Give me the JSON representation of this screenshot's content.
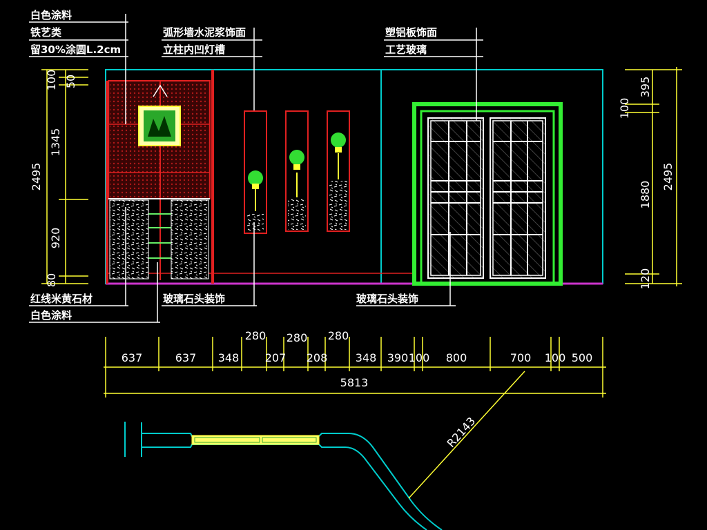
{
  "labels": {
    "top_left": [
      "白色涂料",
      "铁艺类",
      "留30%涂圆L.2cm"
    ],
    "top_mid": [
      "弧形墙水泥浆饰面",
      "立柱内凹灯槽"
    ],
    "top_right": [
      "塑铝板饰面",
      "工艺玻璃"
    ],
    "bottom_left": [
      "红线米黄石材",
      "白色涂料"
    ],
    "bottom_mid": "玻璃石头装饰",
    "bottom_right": "玻璃石头装饰"
  },
  "dims_left": {
    "total": "2495",
    "parts": [
      "100",
      "50",
      "1345",
      "920",
      "80"
    ]
  },
  "dims_right": {
    "total": "2495",
    "parts": [
      "395",
      "100",
      "1880",
      "120"
    ]
  },
  "dims_bottom": {
    "total": "5813",
    "row_upper": [
      "280",
      "280",
      "280"
    ],
    "row_lower": [
      "637",
      "637",
      "348",
      "207",
      "208",
      "348",
      "390",
      "100",
      "800",
      "700",
      "100",
      "500"
    ]
  },
  "radius_label": "R2143",
  "colors": {
    "cyan": "#00cccc",
    "red": "#e02020",
    "yellow": "#ffff33",
    "green": "#33ee33",
    "white": "#ffffff",
    "magenta": "#cc33cc"
  }
}
